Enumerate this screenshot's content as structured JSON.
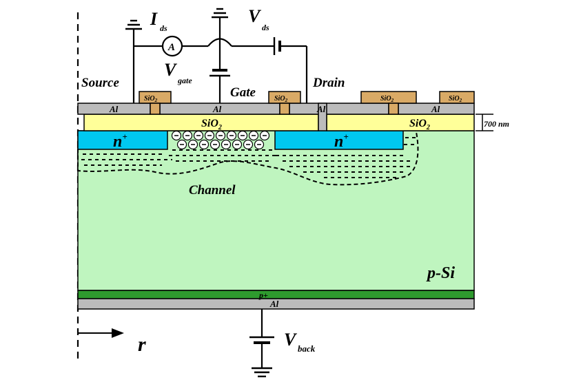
{
  "labels": {
    "source": "Source",
    "drain": "Drain",
    "gate": "Gate",
    "channel": "Channel",
    "substrate": "p-Si",
    "thickness": "700 nm",
    "radial_axis": "r",
    "p_plus": "p+"
  },
  "terminals": {
    "ids_main": "I",
    "ids_sub": "ds",
    "vds_main": "V",
    "vds_sub": "ds",
    "vgate_main": "V",
    "vgate_sub": "gate",
    "vback_main": "V",
    "vback_sub": "back",
    "ammeter": "A"
  },
  "materials": {
    "al": "Al",
    "sio2_main": "SiO",
    "sio2_sub": "2",
    "n_plus_main": "n",
    "n_plus_sup": "+"
  },
  "colors": {
    "substrate": "#bff5bf",
    "oxide": "#ffff99",
    "n_plus": "#00c8f0",
    "metal": "#bcbcbc",
    "small_oxide": "#d9aa66",
    "p_plus_layer": "#2e9a2e"
  }
}
